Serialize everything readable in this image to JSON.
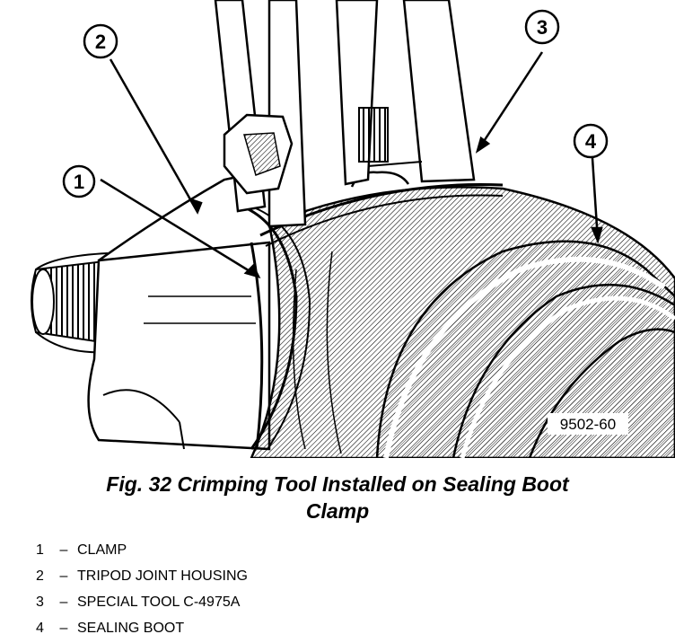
{
  "callouts": [
    "1",
    "2",
    "3",
    "4"
  ],
  "figure_code": "9502-60",
  "caption": {
    "line1": "Fig. 32 Crimping Tool Installed on Sealing Boot",
    "line2": "Clamp"
  },
  "legend": [
    {
      "number": "1",
      "dash": "–",
      "label": "CLAMP"
    },
    {
      "number": "2",
      "dash": "–",
      "label": "TRIPOD JOINT HOUSING"
    },
    {
      "number": "3",
      "dash": "–",
      "label": "SPECIAL TOOL C-4975A"
    },
    {
      "number": "4",
      "dash": "–",
      "label": "SEALING BOOT"
    }
  ]
}
